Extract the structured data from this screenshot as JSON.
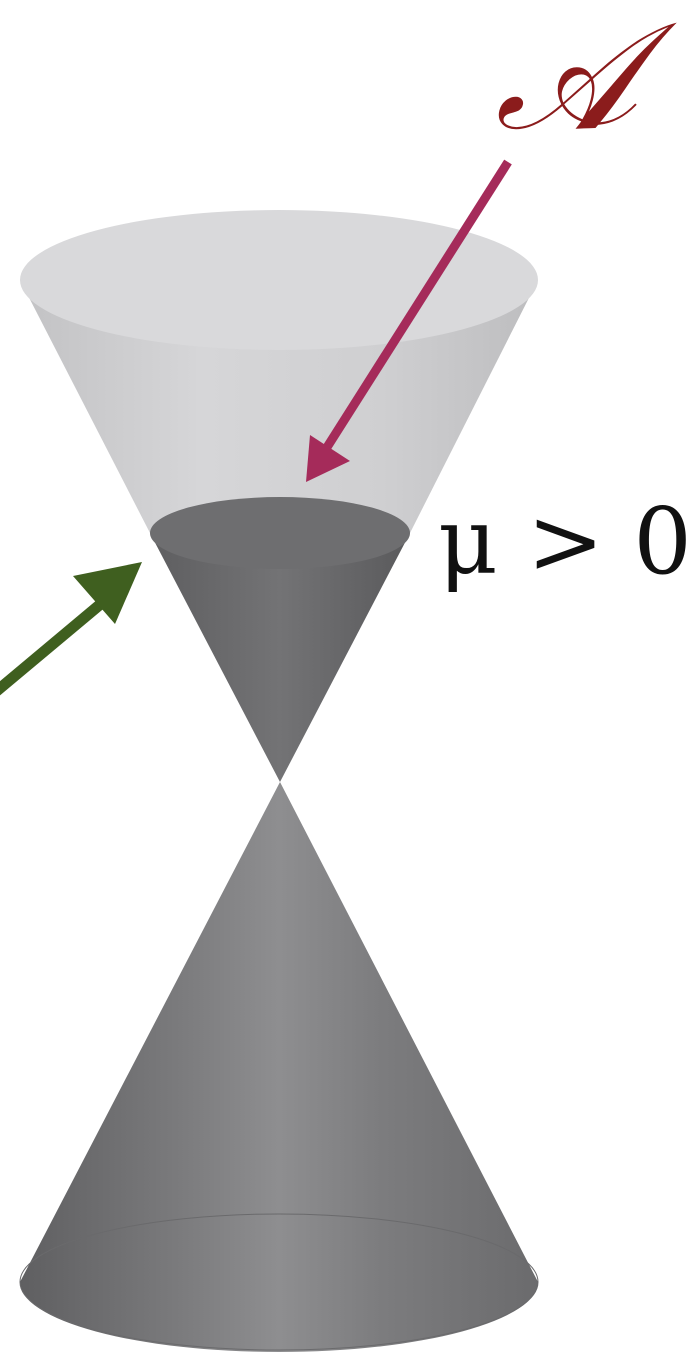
{
  "labels": {
    "set_symbol": "𝒜",
    "condition": "μ > 0"
  },
  "colors": {
    "background": "#ffffff",
    "label_A": "#8b1c1c",
    "arrow_A": "#a52b5a",
    "arrow_green": "#3f5f1f",
    "upper_cone_light": "#cfcfd1",
    "upper_cone_rim": "#d9d9db",
    "upper_cone_dark": "#6a6a6c",
    "lower_cone": "#777779",
    "text": "#111111"
  },
  "icons": {
    "pointer_to_filled_region": "arrow",
    "pointer_from_left": "arrow"
  }
}
